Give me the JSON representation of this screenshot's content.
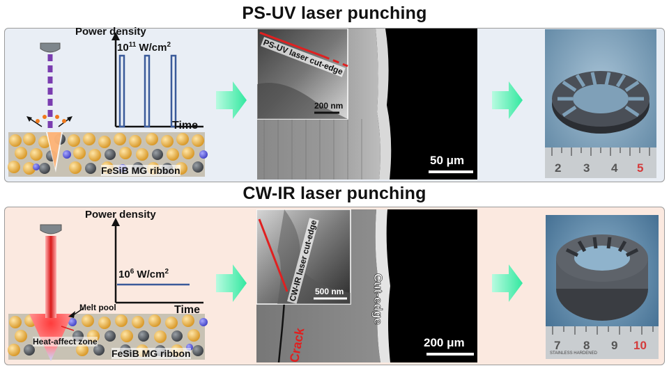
{
  "top": {
    "title": "PS-UV laser punching",
    "axis_y": "Power density",
    "axis_x": "Time",
    "power_value_base": "10",
    "power_value_exp": "11",
    "power_value_unit": " W/cm",
    "power_value_unit_exp": "2",
    "material": "FeSiB MG ribbon",
    "inset_label": "PS-UV laser cut-edge",
    "inset_scale": "200 nm",
    "main_scale": "50 μm",
    "ruler": [
      "2",
      "3",
      "4",
      "5"
    ]
  },
  "bottom": {
    "title": "CW-IR laser punching",
    "axis_y": "Power density",
    "axis_x": "Time",
    "power_value_base": "10",
    "power_value_exp": "6",
    "power_value_unit": " W/cm",
    "power_value_unit_exp": "2",
    "melt_pool": "Melt pool",
    "heat_zone": "Heat-affect zone",
    "material": "FeSiB MG ribbon",
    "inset_label": "CW-IR laser cut-edge",
    "inset_scale": "500 nm",
    "crack": "Crack",
    "cut_edge": "Cut-edge",
    "main_scale": "200 μm",
    "ruler": [
      "7",
      "8",
      "9",
      "10"
    ],
    "ruler_small": "STAINLESS HARDENED"
  },
  "colors": {
    "arrow": "#33e8a0",
    "pulse": "#3a5a9a",
    "red_line": "#e02020",
    "laser_purple": "#7a3db0"
  }
}
